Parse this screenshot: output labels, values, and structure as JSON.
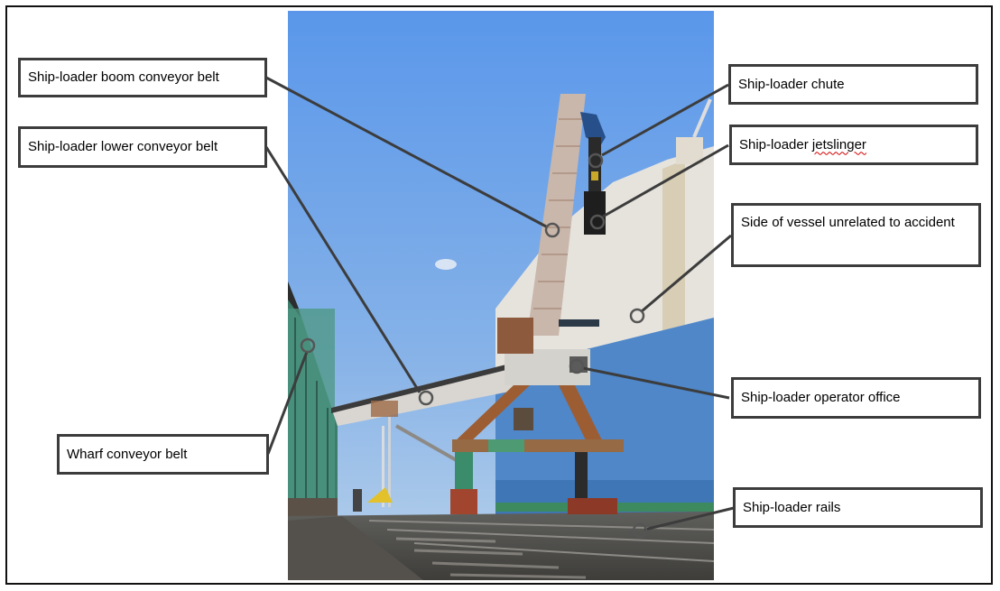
{
  "figure": {
    "type": "annotated-photograph",
    "subject": "ship-loader at wharf alongside vessel"
  },
  "labels": [
    {
      "id": "boom",
      "text": "Ship-loader boom conveyor belt"
    },
    {
      "id": "lower",
      "text": "Ship-loader lower conveyor belt"
    },
    {
      "id": "wharf",
      "text": "Wharf conveyor belt"
    },
    {
      "id": "chute",
      "text": "Ship-loader chute"
    },
    {
      "id": "jetslinger_prefix",
      "text": "Ship-loader "
    },
    {
      "id": "jetslinger_word",
      "text": "jetslinger"
    },
    {
      "id": "vessel",
      "text": "Side of vessel unrelated to accident"
    },
    {
      "id": "office",
      "text": "Ship-loader operator office"
    },
    {
      "id": "rails",
      "text": "Ship-loader rails"
    }
  ],
  "colors": {
    "label_border": "#3c3c3c",
    "leader_line": "#3c3c3c",
    "sky_top": "#5a97ea",
    "sky_bottom": "#a9c9ea",
    "ship_white": "#e8e6e2",
    "ship_blue": "#4d86c9",
    "rust": "#9a5a34",
    "spellcheck": "#d00000"
  }
}
